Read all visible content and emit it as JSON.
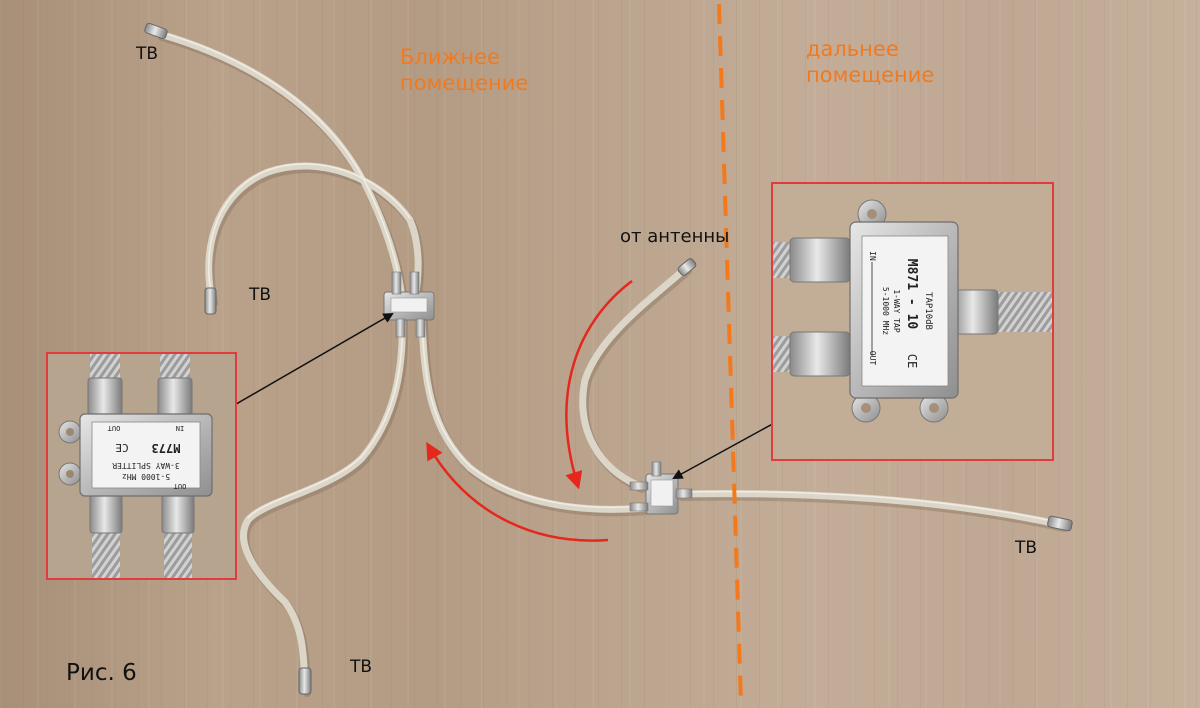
{
  "labels": {
    "tv_1": "ТВ",
    "tv_2": "ТВ",
    "tv_3": "ТВ",
    "tv_4": "ТВ",
    "from_antenna": "от антенны",
    "near_room": "Ближнее\nпомещение",
    "far_room": "дальнее\nпомещение",
    "figure": "Рис. 6"
  },
  "splitter_inset": {
    "model": "M773",
    "type": "3-WAY SPLITTER",
    "band": "5-1000 MHz",
    "port_in": "IN",
    "port_out_1": "OUT",
    "port_out_2": "OUT",
    "mark": "CE"
  },
  "tap_inset": {
    "model": "M871 - 10",
    "type": "1-WAY TAP",
    "band": "5-1000 MHz",
    "rating": "TAP10dB",
    "port_in": "IN",
    "port_out": "OUT",
    "mark": "CE"
  },
  "colors": {
    "divider": "#f27a1d",
    "room_labels": "#f27a1d",
    "inset_frames": "#e23b3b",
    "flow_arrows": "#e5271d",
    "pointer_arrows": "#111111",
    "cable": "#dcd6c8"
  }
}
